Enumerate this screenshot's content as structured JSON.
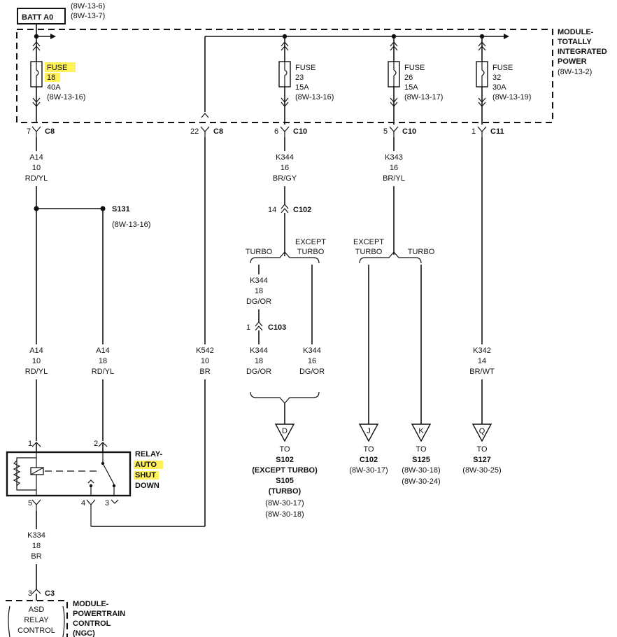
{
  "batt": {
    "label": "BATT A0",
    "ref1": "(8W-13-6)",
    "ref2": "(8W-13-7)"
  },
  "tipm": {
    "l1": "MODULE-",
    "l2": "TOTALLY",
    "l3": "INTEGRATED",
    "l4": "POWER",
    "ref": "(8W-13-2)"
  },
  "fuses": [
    {
      "label": "FUSE",
      "num": "18",
      "amp": "40A",
      "ref": "(8W-13-16)"
    },
    {
      "label": "FUSE",
      "num": "23",
      "amp": "15A",
      "ref": "(8W-13-16)"
    },
    {
      "label": "FUSE",
      "num": "26",
      "amp": "15A",
      "ref": "(8W-13-17)"
    },
    {
      "label": "FUSE",
      "num": "32",
      "amp": "30A",
      "ref": "(8W-13-19)"
    }
  ],
  "connectors": [
    {
      "pin": "7",
      "name": "C8"
    },
    {
      "pin": "22",
      "name": "C8"
    },
    {
      "pin": "6",
      "name": "C10"
    },
    {
      "pin": "5",
      "name": "C10"
    },
    {
      "pin": "1",
      "name": "C11"
    },
    {
      "pin": "14",
      "name": "C102"
    },
    {
      "pin": "1",
      "name": "C103"
    },
    {
      "pin": "3",
      "name": "C3"
    }
  ],
  "wires": [
    {
      "circuit": "A14",
      "gauge": "10",
      "color": "RD/YL"
    },
    {
      "circuit": "K344",
      "gauge": "16",
      "color": "BR/GY"
    },
    {
      "circuit": "K343",
      "gauge": "16",
      "color": "BR/YL"
    },
    {
      "circuit": "K344",
      "gauge": "18",
      "color": "DG/OR"
    },
    {
      "circuit": "A14",
      "gauge": "10",
      "color": "RD/YL"
    },
    {
      "circuit": "A14",
      "gauge": "18",
      "color": "RD/YL"
    },
    {
      "circuit": "K542",
      "gauge": "10",
      "color": "BR"
    },
    {
      "circuit": "K344",
      "gauge": "18",
      "color": "DG/OR"
    },
    {
      "circuit": "K344",
      "gauge": "16",
      "color": "DG/OR"
    },
    {
      "circuit": "K342",
      "gauge": "14",
      "color": "BR/WT"
    },
    {
      "circuit": "K334",
      "gauge": "18",
      "color": "BR"
    }
  ],
  "splice": {
    "name": "S131",
    "ref": "(8W-13-16)"
  },
  "branch_labels": {
    "turbo1": "TURBO",
    "except1a": "EXCEPT",
    "except1b": "TURBO",
    "except2a": "EXCEPT",
    "except2b": "TURBO",
    "turbo2": "TURBO"
  },
  "relay": {
    "l1": "RELAY-",
    "l2": "AUTO",
    "l3": "SHUT",
    "l4": "DOWN",
    "pin1": "1",
    "pin2": "2",
    "pin5": "5",
    "pin4": "4",
    "pin3": "3"
  },
  "destinations": [
    {
      "letter": "D",
      "to": "TO",
      "l1": "S102",
      "l2": "(EXCEPT TURBO)",
      "l3": "S105",
      "l4": "(TURBO)",
      "r1": "(8W-30-17)",
      "r2": "(8W-30-18)"
    },
    {
      "letter": "J",
      "to": "TO",
      "l1": "C102",
      "r1": "(8W-30-17)"
    },
    {
      "letter": "K",
      "to": "TO",
      "l1": "S125",
      "r1": "(8W-30-18)",
      "r2": "(8W-30-24)"
    },
    {
      "letter": "Q",
      "to": "TO",
      "l1": "S127",
      "r1": "(8W-30-25)"
    }
  ],
  "pcm": {
    "box1": "ASD",
    "box2": "RELAY",
    "box3": "CONTROL",
    "l1": "MODULE-",
    "l2": "POWERTRAIN",
    "l3": "CONTROL",
    "l4": "(NGC)"
  },
  "colors": {
    "wire": "#111111",
    "highlight": "#ffef3a",
    "background": "#ffffff"
  }
}
